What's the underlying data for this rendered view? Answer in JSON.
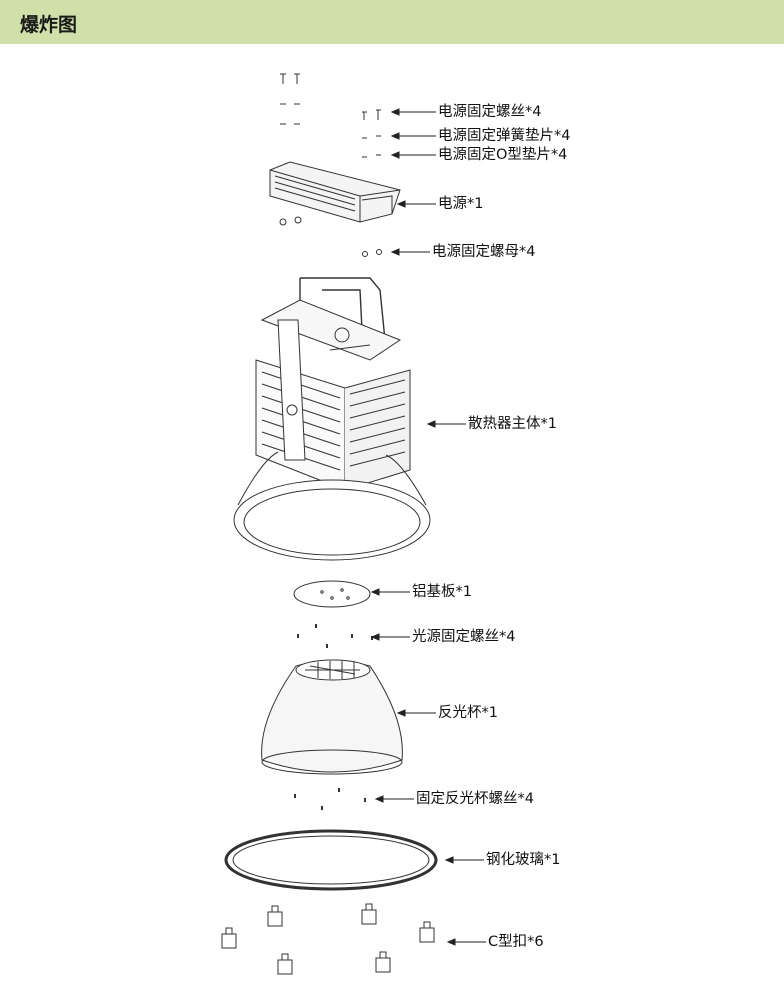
{
  "header": {
    "title": "爆炸图"
  },
  "parts": [
    {
      "label": "电源固定螺丝*4"
    },
    {
      "label": "电源固定弹簧垫片*4"
    },
    {
      "label": "电源固定O型垫片*4"
    },
    {
      "label": "电源*1"
    },
    {
      "label": "电源固定螺母*4"
    },
    {
      "label": "散热器主体*1"
    },
    {
      "label": "铝基板*1"
    },
    {
      "label": "光源固定螺丝*4"
    },
    {
      "label": "反光杯*1"
    },
    {
      "label": "固定反光杯螺丝*4"
    },
    {
      "label": "钢化玻璃*1"
    },
    {
      "label": "C型扣*6"
    }
  ],
  "colors": {
    "header_bg": "#cfe0a8",
    "line": "#333333"
  }
}
